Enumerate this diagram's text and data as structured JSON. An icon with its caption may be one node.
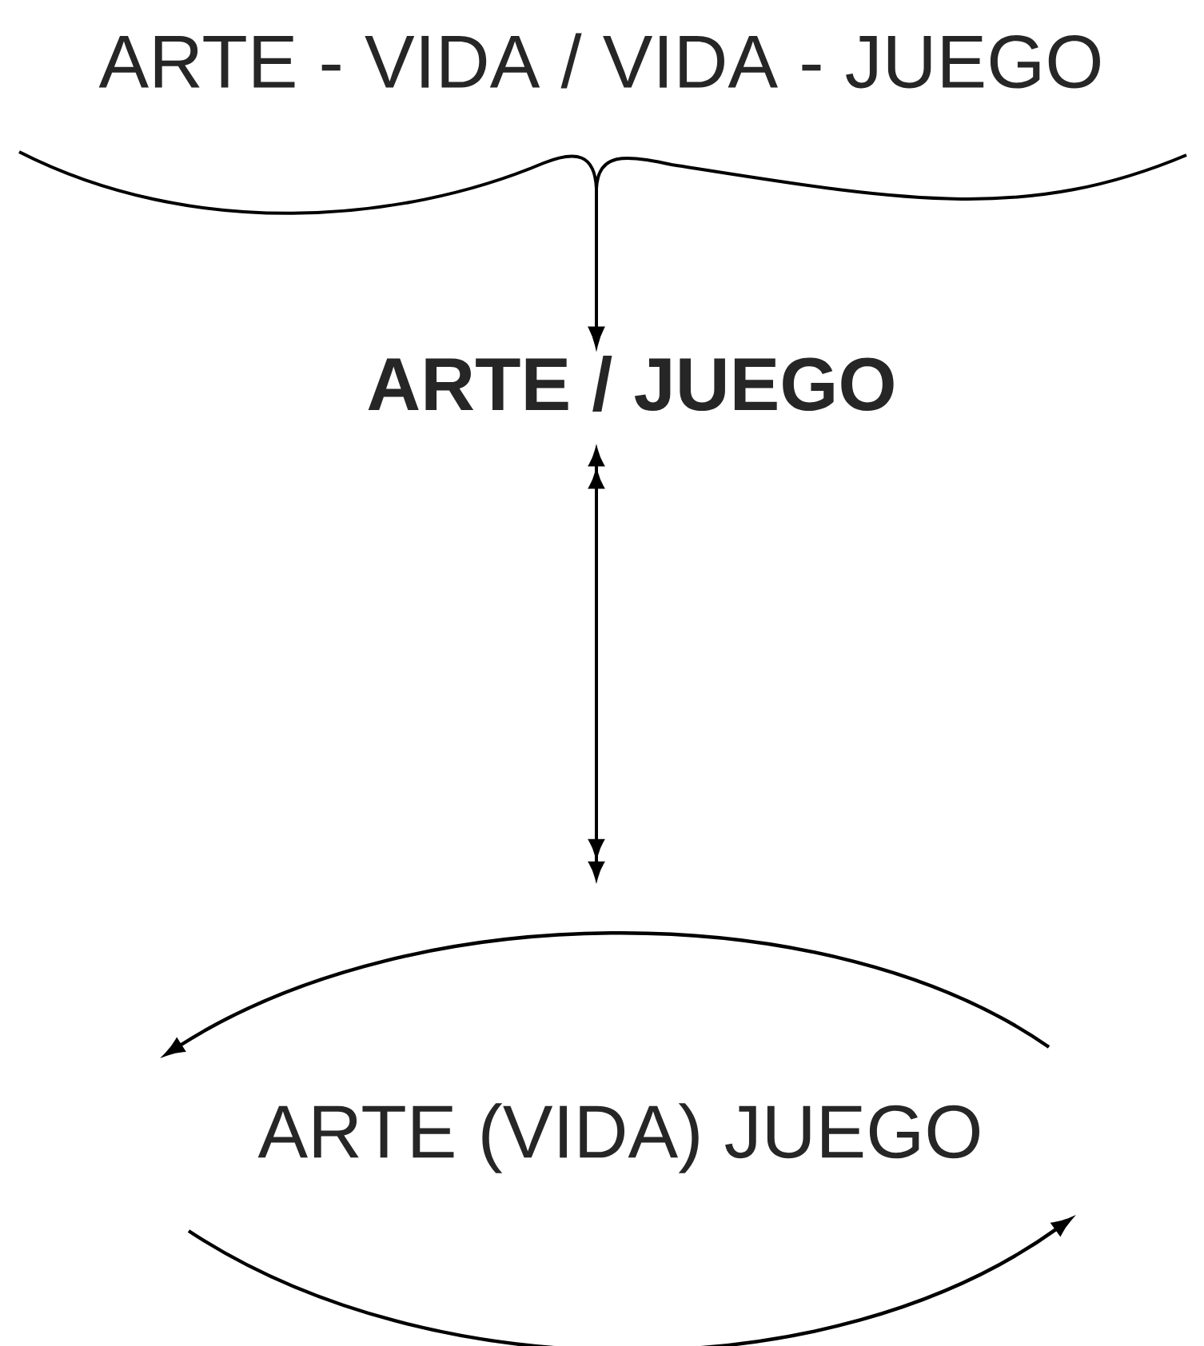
{
  "diagram": {
    "nodes": [
      {
        "text": [
          "ARTE - VIDA / VIDA - JUEGO"
        ]
      },
      {
        "text": [
          "ARTE / JUEGO"
        ]
      },
      {
        "text": [
          "ARTE (VIDA) JUEGO"
        ]
      }
    ],
    "edges": [
      {
        "from": 0,
        "to": 1,
        "arrow": "to"
      },
      {
        "from": 1,
        "to": 2,
        "arrow": "both"
      }
    ]
  }
}
